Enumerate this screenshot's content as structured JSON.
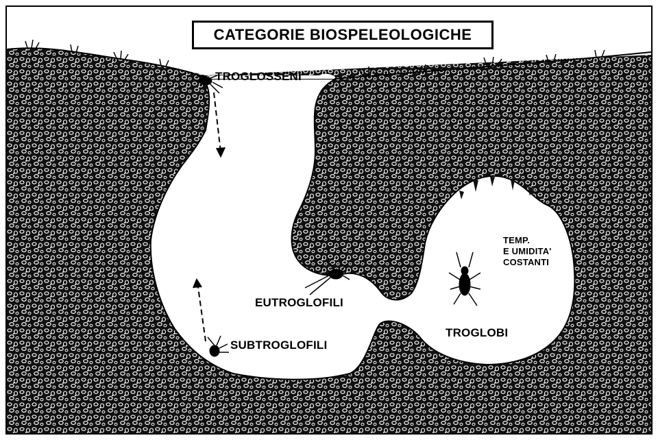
{
  "title": "CATEGORIE BIOSPELEOLOGICHE",
  "labels": {
    "troglosseni": "TROGLOSSENI",
    "eutroglofili": "EUTROGLOFILI",
    "subtroglofili": "SUBTROGLOFILI",
    "troglobi": "TROGLOBI",
    "conditions_line1": "TEMP.",
    "conditions_line2": "E UMIDITA'",
    "conditions_line3": "COSTANTI"
  },
  "colors": {
    "rock": "#1a1a1a",
    "cave": "#ffffff",
    "ink": "#000000"
  }
}
